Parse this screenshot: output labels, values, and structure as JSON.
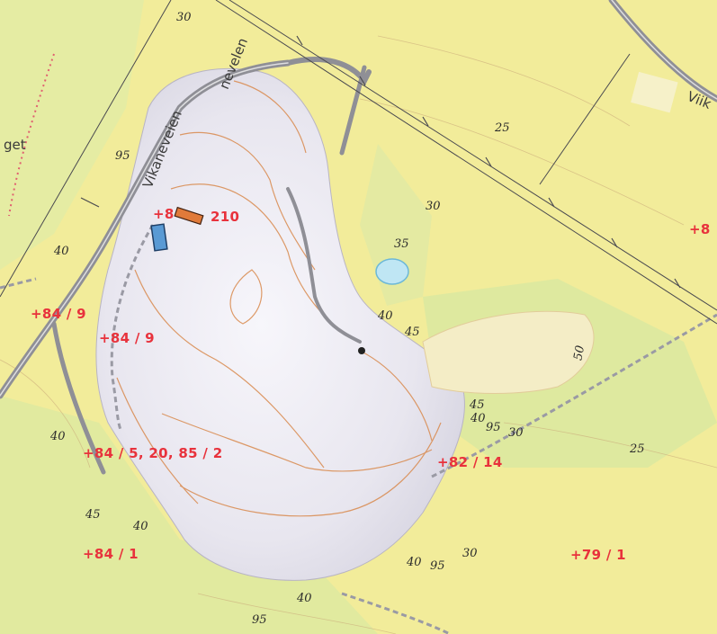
{
  "map": {
    "road_labels": [
      "nevelen",
      "Vikaneveien",
      "Viik",
      "get"
    ],
    "property_labels": [
      "+84 / 9",
      "+84 / 9",
      "+84 / 5, 20, 85 / 2",
      "+84 / 1",
      "+82 / 14",
      "+79 / 1",
      "+8",
      "210",
      "+8"
    ],
    "contour_labels": [
      "30",
      "95",
      "25",
      "30",
      "40",
      "35",
      "40",
      "45",
      "50",
      "45",
      "40",
      "95",
      "30",
      "25",
      "40",
      "45",
      "40",
      "40",
      "95",
      "30",
      "40",
      "95"
    ],
    "colors": {
      "field": "#f2ec9a",
      "meadow": "#dfeaa0",
      "quarry": "#e9e7ef",
      "contour": "#d98a4e",
      "road": "#8f8f96",
      "property": "#e8323c",
      "water": "#bfe6f4"
    }
  }
}
